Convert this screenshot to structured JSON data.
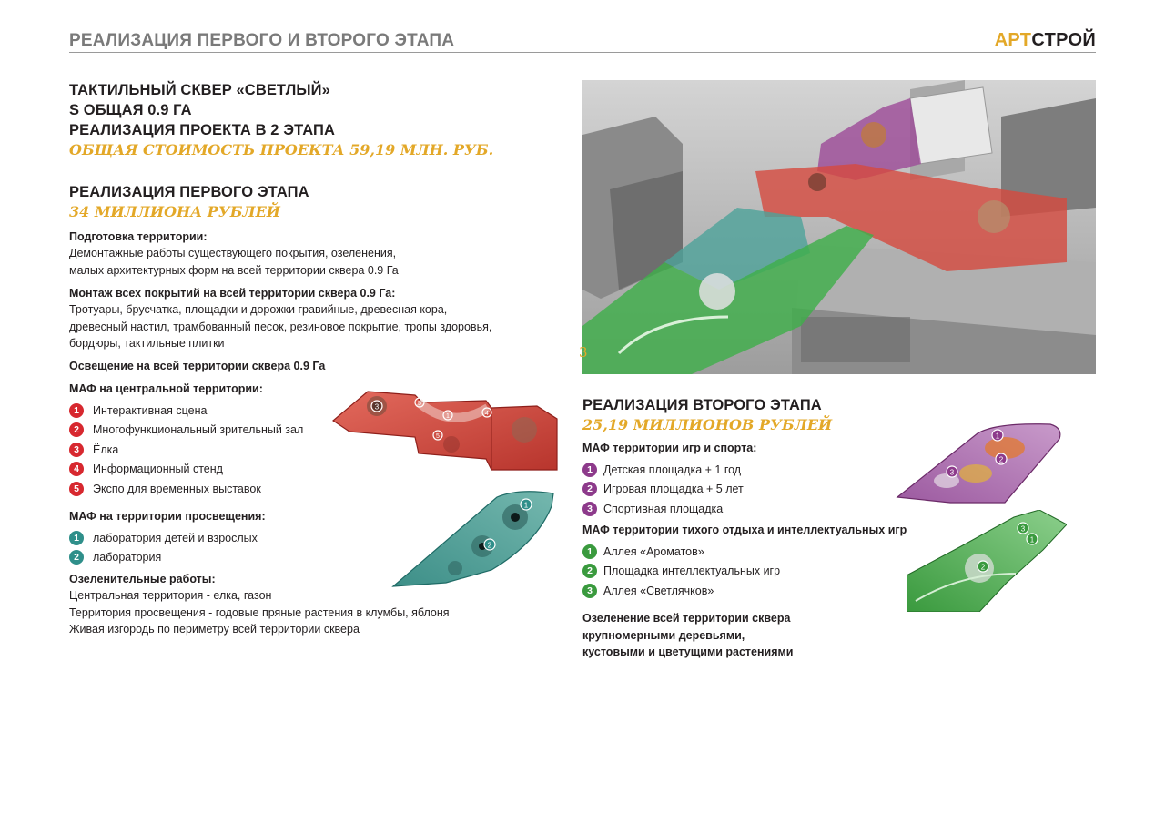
{
  "header": {
    "title": "РЕАЛИЗАЦИЯ ПЕРВОГО И ВТОРОГО ЭТАПА",
    "logo_part1": "АРТ",
    "logo_part2": "СТРОЙ"
  },
  "intro": {
    "line1": "ТАКТИЛЬНЫЙ СКВЕР «СВЕТЛЫЙ»",
    "line2": "S ОБЩАЯ 0.9 ГА",
    "line3": "РЕАЛИЗАЦИЯ ПРОЕКТА В 2 ЭТАПА",
    "cost": "ОБЩАЯ СТОИМОСТЬ ПРОЕКТА 59,19 МЛН. РУБ."
  },
  "stage1": {
    "title": "РЕАЛИЗАЦИЯ ПЕРВОГО ЭТАПА",
    "cost": "34 МИЛЛИОНА РУБЛЕЙ",
    "prep_title": "Подготовка территории:",
    "prep_text1": "Демонтажные работы существующего покрытия, озеленения,",
    "prep_text2": "малых архитектурных форм на всей территории сквера 0.9 Га",
    "mount_title": "Монтаж всех покрытий на всей территории сквера 0.9 Га:",
    "mount_text1": "Тротуары, брусчатка, площадки и дорожки гравийные, древесная кора,",
    "mount_text2": "древесный настил, трамбованный песок, резиновое покрытие, тропы здоровья,",
    "mount_text3": "бордюры, тактильные плитки",
    "light_title": "Освещение на всей территории сквера 0.9 Га",
    "maf_central_title": "МАФ на центральной территории:",
    "maf_central": [
      {
        "num": "1",
        "label": "Интерактивная сцена"
      },
      {
        "num": "2",
        "label": "Многофункциональный зрительный зал"
      },
      {
        "num": "3",
        "label": "Ёлка"
      },
      {
        "num": "4",
        "label": "Информационный стенд"
      },
      {
        "num": "5",
        "label": "Экспо для временных выставок"
      }
    ],
    "maf_edu_title": "МАФ на территории просвещения:",
    "maf_edu": [
      {
        "num": "1",
        "label": "лаборатория детей и взрослых"
      },
      {
        "num": "2",
        "label": "лаборатория"
      }
    ],
    "green_title": "Озеленительные работы:",
    "green_text1": "Центральная территория - елка, газон",
    "green_text2": "Территория просвещения - годовые пряные растения в клумбы, яблоня",
    "green_text3": "Живая изгородь по периметру всей территории сквера"
  },
  "stage2": {
    "title": "РЕАЛИЗАЦИЯ ВТОРОГО ЭТАПА",
    "cost": "25,19 МИЛЛИОНОВ РУБЛЕЙ",
    "maf_play_title": "МАФ территории игр и спорта:",
    "maf_play": [
      {
        "num": "1",
        "label": "Детская площадка + 1 год"
      },
      {
        "num": "2",
        "label": "Игровая площадка + 5 лет"
      },
      {
        "num": "3",
        "label": "Спортивная площадка"
      }
    ],
    "maf_quiet_title": "МАФ территории тихого отдыха и интеллектуальных игр",
    "maf_quiet": [
      {
        "num": "1",
        "label": "Аллея «Ароматов»"
      },
      {
        "num": "2",
        "label": "Площадка интеллектуальных игр"
      },
      {
        "num": "3",
        "label": "Аллея «Светлячков»"
      }
    ],
    "green_text1": "Озеленение всей территории сквера",
    "green_text2": "крупномерными деревьями,",
    "green_text3": "кустовыми и цветущими растениями"
  },
  "render_marker": "3",
  "colors": {
    "accent_gold": "#e3a828",
    "zone_central_red": "#d7282f",
    "zone_edu_teal": "#2f8f8a",
    "zone_play_purple": "#8d3a8b",
    "zone_quiet_green": "#3a9a3e"
  }
}
